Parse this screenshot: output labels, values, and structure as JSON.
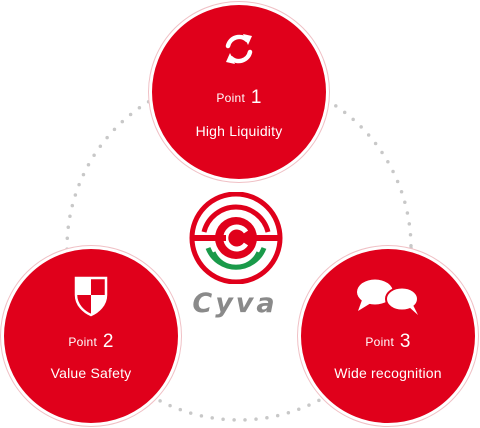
{
  "points": [
    {
      "prefix": "Point",
      "number": "1",
      "label": "High Liquidity",
      "icon": "refresh-icon"
    },
    {
      "prefix": "Point",
      "number": "2",
      "label": "Value Safety",
      "icon": "shield-icon"
    },
    {
      "prefix": "Point",
      "number": "3",
      "label": "Wide recognition",
      "icon": "speech-bubbles-icon"
    }
  ],
  "brand": {
    "name": "Cyva",
    "logo": "cyva-logo-icon"
  },
  "colors": {
    "accent": "#e0001b",
    "green": "#1a9a4a",
    "dots": "#c8c8c8",
    "brand_text": "#8a8a8a"
  }
}
